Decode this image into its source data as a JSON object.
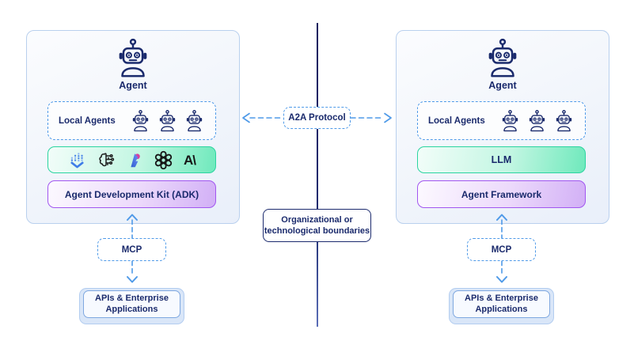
{
  "diagram": {
    "center": {
      "a2a_label": "A2A Protocol",
      "boundary_line1": "Organizational or",
      "boundary_line2": "technological boundaries"
    },
    "left_panel": {
      "agent_label": "Agent",
      "local_agents_label": "Local Agents",
      "local_agent_count": 3,
      "model_row_logos": [
        "data-stream-icon",
        "brain-circuit-icon",
        "ai-foundry-icon",
        "openai-icon",
        "anthropic-icon"
      ],
      "framework_label": "Agent Development Kit (ADK)",
      "mcp_label": "MCP",
      "apis_line1": "APIs & Enterprise",
      "apis_line2": "Applications"
    },
    "right_panel": {
      "agent_label": "Agent",
      "local_agents_label": "Local Agents",
      "local_agent_count": 3,
      "llm_label": "LLM",
      "framework_label": "Agent Framework",
      "mcp_label": "MCP",
      "apis_line1": "APIs & Enterprise",
      "apis_line2": "Applications"
    },
    "icons": {
      "anthropic_text": "A\\"
    },
    "colors": {
      "navy_text": "#1a2a6c",
      "dashed_blue": "#4f9ae8",
      "green_border": "#2bd4a0",
      "purple_border": "#a256f0",
      "panel_border": "#b9d0ee",
      "boundary_border": "#1c2b6e"
    }
  }
}
